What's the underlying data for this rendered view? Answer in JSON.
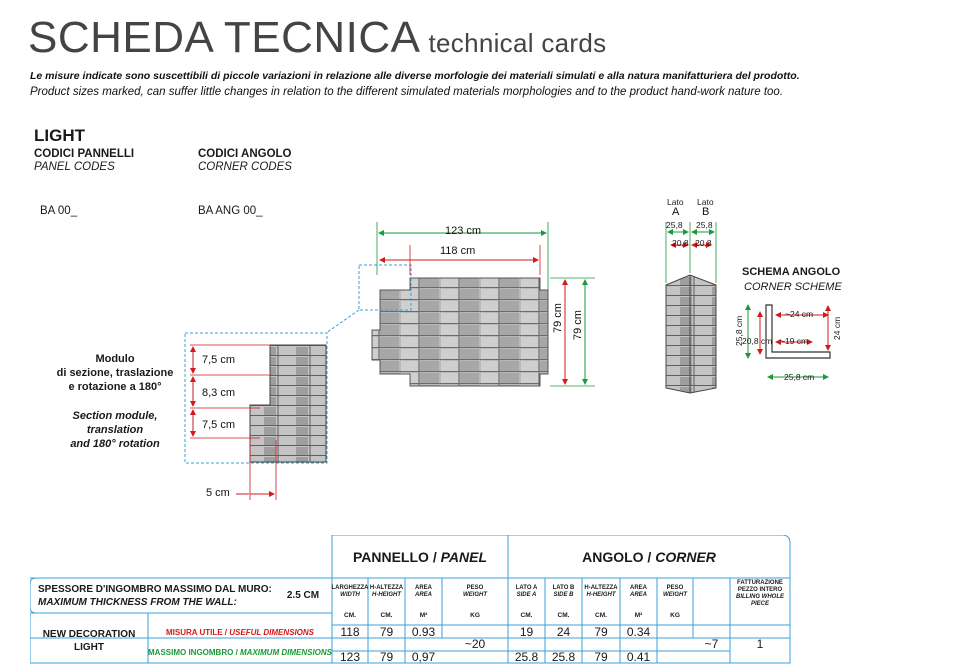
{
  "header": {
    "title": "SCHEDA TECNICA",
    "subtitle": "technical cards",
    "note_it": "Le misure indicate sono suscettibili di piccole variazioni in relazione alle diverse morfologie dei materiali simulati e alla natura manifatturiera del prodotto.",
    "note_en": "Product  sizes marked, can suffer little changes in relation to the different simulated materials morphologies and to the product hand-work nature too."
  },
  "product": {
    "name": "LIGHT",
    "panel_codes_label": "CODICI PANNELLI",
    "panel_codes_label_en": "PANEL CODES",
    "corner_codes_label": "CODICI ANGOLO",
    "corner_codes_label_en": "CORNER CODES",
    "panel_code": "BA 00_",
    "corner_code": "BA ANG 00_"
  },
  "module": {
    "it": [
      "Modulo",
      "di sezione, traslazione",
      "e rotazione a 180°"
    ],
    "en": [
      "Section module,",
      "translation",
      "and 180° rotation"
    ],
    "dims": [
      "7,5 cm",
      "8,3 cm",
      "7,5 cm",
      "5 cm"
    ]
  },
  "panel": {
    "width_outer": "123 cm",
    "width_inner": "118 cm",
    "height_a": "79 cm",
    "height_b": "79 cm"
  },
  "corner": {
    "side_a_word": "Lato",
    "side_a": "A",
    "side_b_word": "Lato",
    "side_b": "B",
    "top_dims": [
      "25,8",
      "25,8"
    ],
    "inner_dims": [
      "20,8",
      "20,8"
    ],
    "scheme_title": "SCHEMA ANGOLO",
    "scheme_title_en": "CORNER SCHEME",
    "scheme_dims": {
      "top": "~24 cm",
      "left_outer": "25,8 cm",
      "left_inner": "20,8 cm",
      "inner": "~19 cm",
      "right": "24 cm",
      "bottom": "25,8 cm"
    }
  },
  "table": {
    "panel_head_it": "PANNELLO",
    "panel_head_en": "PANEL",
    "corner_head_it": "ANGOLO",
    "corner_head_en": "CORNER",
    "thickness_it": "SPESSORE D'INGOMBRO MASSIMO DAL MURO:",
    "thickness_en": "MAXIMUM THICKNESS FROM THE WALL:",
    "thickness_value": "2.5 CM",
    "panel_cols": [
      {
        "it": "LARGHEZZA",
        "en": "WIDTH",
        "unit": "CM."
      },
      {
        "it": "H-ALTEZZA",
        "en": "H-HEIGHT",
        "unit": "CM."
      },
      {
        "it": "AREA",
        "en": "AREA",
        "unit": "M²"
      },
      {
        "it": "PESO",
        "en": "WEIGHT",
        "unit": "KG"
      }
    ],
    "corner_cols": [
      {
        "it": "LATO A",
        "en": "SIDE A",
        "unit": "CM."
      },
      {
        "it": "LATO B",
        "en": "SIDE B",
        "unit": "CM."
      },
      {
        "it": "H-ALTEZZA",
        "en": "H-HEIGHT",
        "unit": "CM."
      },
      {
        "it": "AREA",
        "en": "AREA",
        "unit": "M²"
      },
      {
        "it": "PESO",
        "en": "WEIGHT",
        "unit": "KG"
      },
      {
        "it": "FATTURAZIONE PEZZO INTERO",
        "en": "BILLING WHOLE PIECE",
        "unit": ""
      }
    ],
    "row_label": [
      "NEW DECORATION",
      "LIGHT"
    ],
    "useful_it": "MISURA UTILE",
    "useful_en": "USEFUL DIMENSIONS",
    "max_it": "MASSIMO INGOMBRO",
    "max_en": "MAXIMUM DIMENSIONS",
    "useful_values": [
      "118",
      "79",
      "0.93",
      "19",
      "24",
      "79",
      "0.34"
    ],
    "max_values": [
      "123",
      "79",
      "0,97",
      "25.8",
      "25.8",
      "79",
      "0.41"
    ],
    "panel_weight": "~20",
    "corner_weight": "~7",
    "billing": "1"
  }
}
